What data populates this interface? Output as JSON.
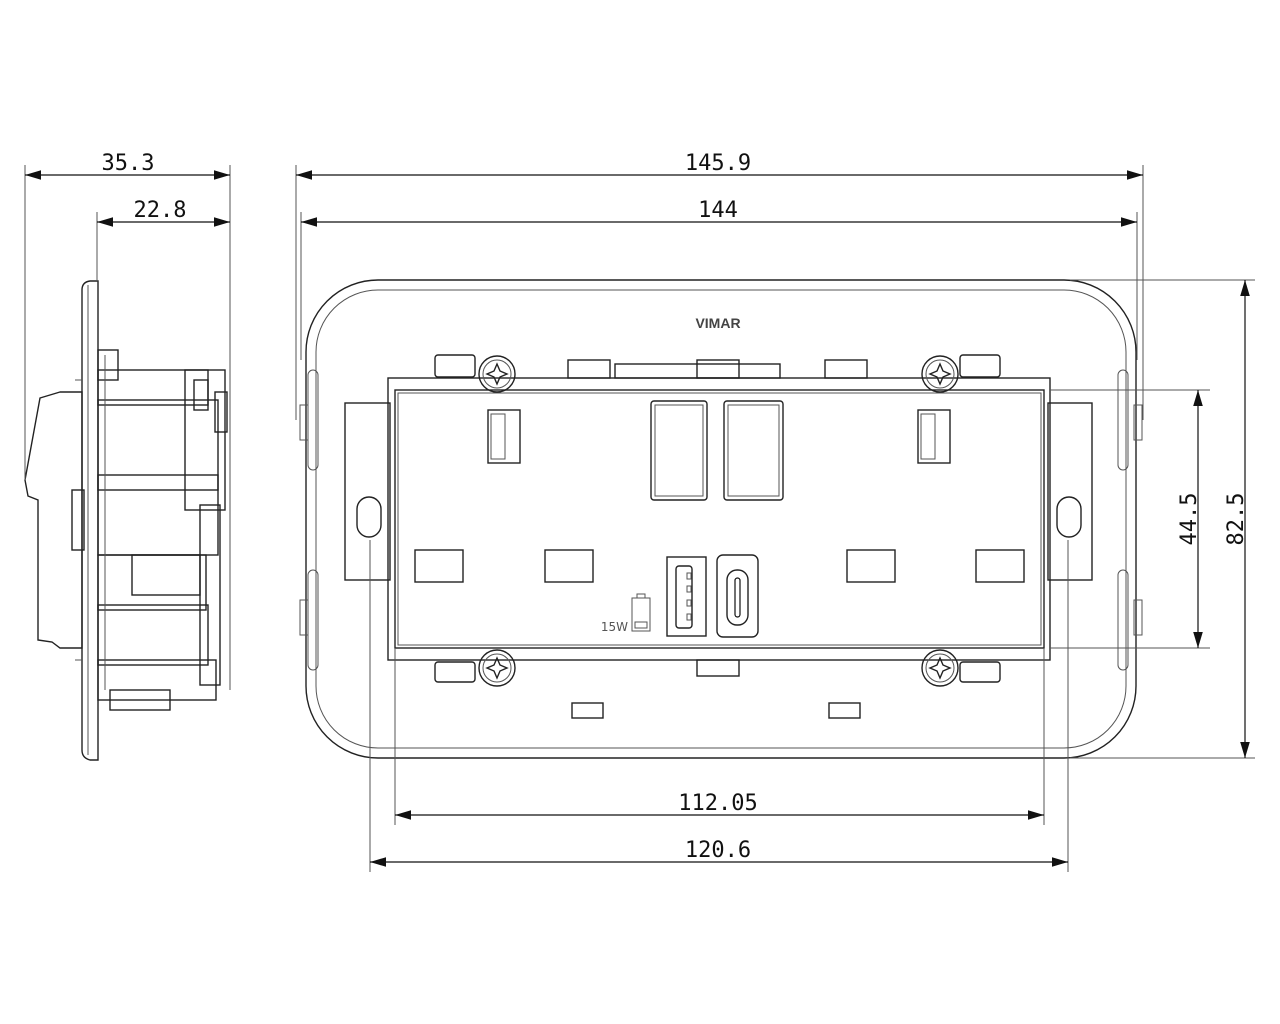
{
  "title": "Vimar USB socket module dimensional drawing",
  "brand": "VIMAR",
  "power_label": "15W",
  "dimensions": {
    "side_depth_total": "35.3",
    "side_depth_body": "22.8",
    "plate_width": "145.9",
    "plate_inner_width": "144",
    "module_width": "112.05",
    "frame_width": "120.6",
    "module_height": "44.5",
    "plate_height": "82.5"
  },
  "colors": {
    "line": "#222222",
    "background": "#ffffff"
  }
}
